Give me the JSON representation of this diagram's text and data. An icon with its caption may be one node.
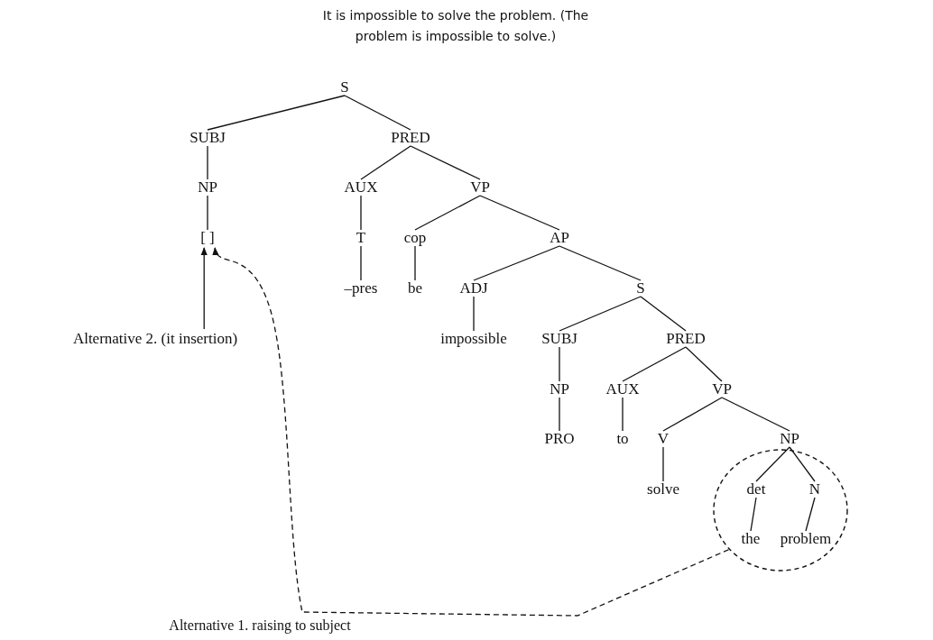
{
  "diagram": {
    "title": "It is impossible to solve the problem. (The problem is impossible to solve.)",
    "nodes": [
      {
        "text": [
          "S"
        ]
      },
      {
        "text": [
          "SUBJ"
        ]
      },
      {
        "text": [
          "PRED"
        ]
      },
      {
        "text": [
          "NP"
        ]
      },
      {
        "text": [
          "AUX"
        ]
      },
      {
        "text": [
          "VP"
        ]
      },
      {
        "text": [
          "[ ]"
        ]
      },
      {
        "text": [
          "T"
        ]
      },
      {
        "text": [
          "cop"
        ]
      },
      {
        "text": [
          "AP"
        ]
      },
      {
        "text": [
          "–pres"
        ]
      },
      {
        "text": [
          "be"
        ]
      },
      {
        "text": [
          "ADJ"
        ]
      },
      {
        "text": [
          "S"
        ]
      },
      {
        "text": [
          "impossible"
        ]
      },
      {
        "text": [
          "SUBJ"
        ]
      },
      {
        "text": [
          "PRED"
        ]
      },
      {
        "text": [
          "NP"
        ]
      },
      {
        "text": [
          "AUX"
        ]
      },
      {
        "text": [
          "VP"
        ]
      },
      {
        "text": [
          "PRO"
        ]
      },
      {
        "text": [
          "to"
        ]
      },
      {
        "text": [
          "V"
        ]
      },
      {
        "text": [
          "NP"
        ]
      },
      {
        "text": [
          "solve"
        ]
      },
      {
        "text": [],
        "shape": "circle"
      },
      {
        "text": [
          "det"
        ],
        "in": 25
      },
      {
        "text": [
          "N"
        ],
        "in": 25
      },
      {
        "text": [
          "the"
        ],
        "in": 25
      },
      {
        "text": [
          "problem"
        ],
        "in": 25
      },
      {
        "text": [
          "Alternative 2. (it insertion)"
        ]
      }
    ],
    "edges": [
      {
        "from": 0,
        "to": 1,
        "arrow": "none"
      },
      {
        "from": 0,
        "to": 2,
        "arrow": "none"
      },
      {
        "from": 1,
        "to": 3,
        "arrow": "none"
      },
      {
        "from": 3,
        "to": 6,
        "arrow": "none"
      },
      {
        "from": 2,
        "to": 4,
        "arrow": "none"
      },
      {
        "from": 2,
        "to": 5,
        "arrow": "none"
      },
      {
        "from": 4,
        "to": 7,
        "arrow": "none"
      },
      {
        "from": 5,
        "to": 8,
        "arrow": "none"
      },
      {
        "from": 5,
        "to": 9,
        "arrow": "none"
      },
      {
        "from": 7,
        "to": 10,
        "arrow": "none"
      },
      {
        "from": 8,
        "to": 11,
        "arrow": "none"
      },
      {
        "from": 9,
        "to": 12,
        "arrow": "none"
      },
      {
        "from": 9,
        "to": 13,
        "arrow": "none"
      },
      {
        "from": 12,
        "to": 14,
        "arrow": "none"
      },
      {
        "from": 13,
        "to": 15,
        "arrow": "none"
      },
      {
        "from": 13,
        "to": 16,
        "arrow": "none"
      },
      {
        "from": 15,
        "to": 17,
        "arrow": "none"
      },
      {
        "from": 16,
        "to": 18,
        "arrow": "none"
      },
      {
        "from": 16,
        "to": 19,
        "arrow": "none"
      },
      {
        "from": 17,
        "to": 20,
        "arrow": "none"
      },
      {
        "from": 18,
        "to": 21,
        "arrow": "none"
      },
      {
        "from": 19,
        "to": 22,
        "arrow": "none"
      },
      {
        "from": 19,
        "to": 23,
        "arrow": "none"
      },
      {
        "from": 22,
        "to": 24,
        "arrow": "none"
      },
      {
        "from": 23,
        "to": 26,
        "arrow": "none"
      },
      {
        "from": 23,
        "to": 27,
        "arrow": "none"
      },
      {
        "from": 26,
        "to": 28,
        "arrow": "none"
      },
      {
        "from": 27,
        "to": 29,
        "arrow": "none"
      },
      {
        "from": 30,
        "to": 6,
        "arrow": "to"
      },
      {
        "from": 25,
        "to": 6,
        "arrow": "to",
        "style": "dashed",
        "label": "Alternative 1. raising to subject"
      }
    ]
  }
}
